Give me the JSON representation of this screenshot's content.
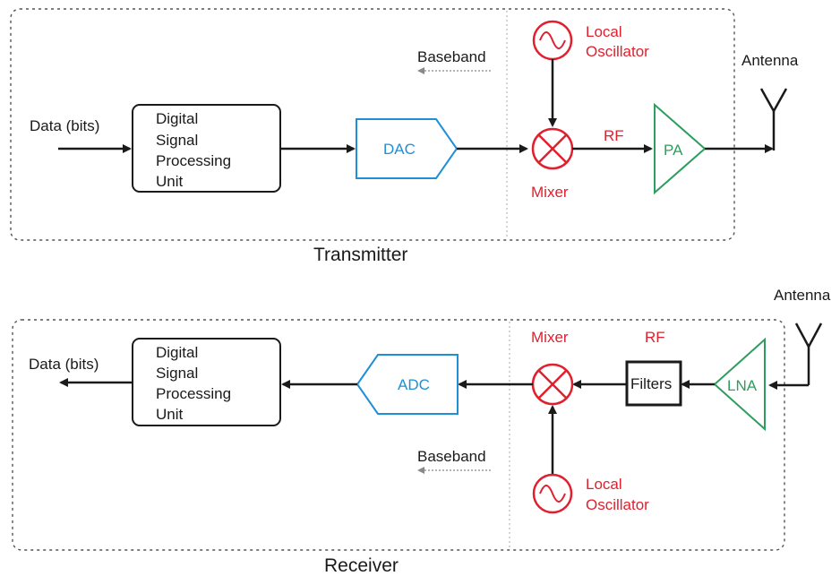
{
  "colors": {
    "red": "#e0202e",
    "blue": "#1f8fd6",
    "green": "#2e9e5e",
    "black": "#1a1a1a",
    "dotted_gray": "#999999"
  },
  "transmitter": {
    "title": "Transmitter",
    "input_label": "Data (bits)",
    "dsp_lines": [
      "Digital",
      "Signal",
      "Processing",
      "Unit"
    ],
    "dac": "DAC",
    "baseband": "Baseband",
    "lo_lines": [
      "Local",
      "Oscillator"
    ],
    "mixer": "Mixer",
    "rf": "RF",
    "pa": "PA",
    "antenna": "Antenna"
  },
  "receiver": {
    "title": "Receiver",
    "output_label": "Data (bits)",
    "dsp_lines": [
      "Digital",
      "Signal",
      "Processing",
      "Unit"
    ],
    "adc": "ADC",
    "baseband": "Baseband",
    "lo_lines": [
      "Local",
      "Oscillator"
    ],
    "mixer": "Mixer",
    "rf": "RF",
    "filters": "Filters",
    "lna": "LNA",
    "antenna": "Antenna"
  }
}
